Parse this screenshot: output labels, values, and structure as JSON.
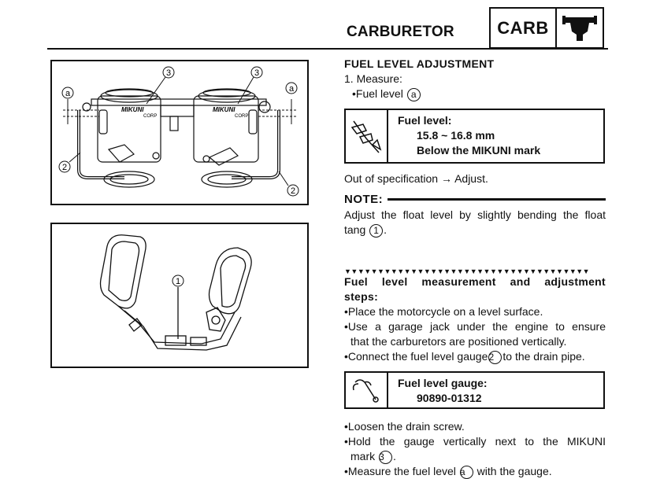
{
  "header": {
    "title": "CARBURETOR",
    "section_code": "CARB",
    "section_icon": "carburetor-icon"
  },
  "figures": {
    "top": {
      "callouts": [
        "a",
        "a",
        "3",
        "3",
        "2",
        "2"
      ],
      "embossed_text": [
        "MIKUNI",
        "CORP",
        "MIKUNI",
        "CORP"
      ]
    },
    "bottom": {
      "callouts": [
        "1"
      ]
    }
  },
  "content": {
    "section_title": "FUEL LEVEL ADJUSTMENT",
    "step1": "1.  Measure:",
    "bullet1_pre": "Fuel level",
    "bullet1_ref": "a",
    "spec1": {
      "icon": "caliper-icon",
      "label": "Fuel level:",
      "range": "15.8 ~ 16.8 mm",
      "note": "Below the MIKUNI mark"
    },
    "out_of_spec": "Out of specification → Adjust.",
    "note_title": "NOTE:",
    "note_text_1": "Adjust the float level by slightly bending the float",
    "note_text_2": "tang",
    "note_ref": "1",
    "triangles": "▼▼▼▼▼▼▼▼▼▼▼▼▼▼▼▼▼▼▼▼▼▼▼▼▼▼▼▼▼▼▼▼▼▼▼▼▼",
    "steps_title_1": "Fuel level measurement and adjustment",
    "steps_title_2": "steps:",
    "step_place": "Place the motorcycle on a level surface.",
    "step_jack_1": "Use a garage jack under the engine to ensure",
    "step_jack_2": "that the carburetors are positioned vertically.",
    "step_connect_pre": "Connect the fuel level gauge",
    "step_connect_ref": "2",
    "step_connect_post": "to the drain pipe.",
    "spec2": {
      "icon": "tool-icon",
      "label": "Fuel level gauge:",
      "part": "90890-01312"
    },
    "step_loosen": "Loosen the drain screw.",
    "step_hold_1": "Hold the gauge vertically next to the MIKUNI",
    "step_hold_2": "mark",
    "step_hold_ref": "3",
    "step_measure_pre": "Measure the fuel level",
    "step_measure_ref": "a",
    "step_measure_post": "with the gauge."
  }
}
